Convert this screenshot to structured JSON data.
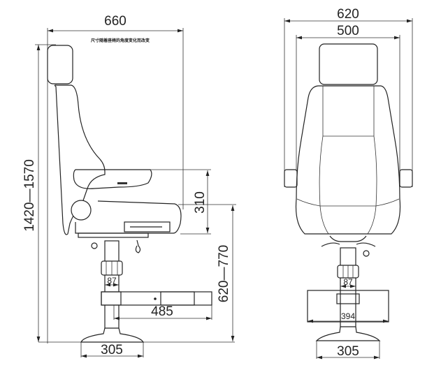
{
  "drawing": {
    "note": "尺寸随着座椅的角度变化而改变",
    "side_view": {
      "overall_depth": "660",
      "overall_height": "1420—1570",
      "seat_to_base_height": "310",
      "seat_height_range": "620—770",
      "column_diameter": "87",
      "footrest_length": "485",
      "base_width": "305"
    },
    "front_view": {
      "overall_width": "620",
      "seat_width": "500",
      "column_diameter": "87",
      "footrest_width": "394",
      "base_width": "305"
    },
    "line_color": "#222222"
  }
}
